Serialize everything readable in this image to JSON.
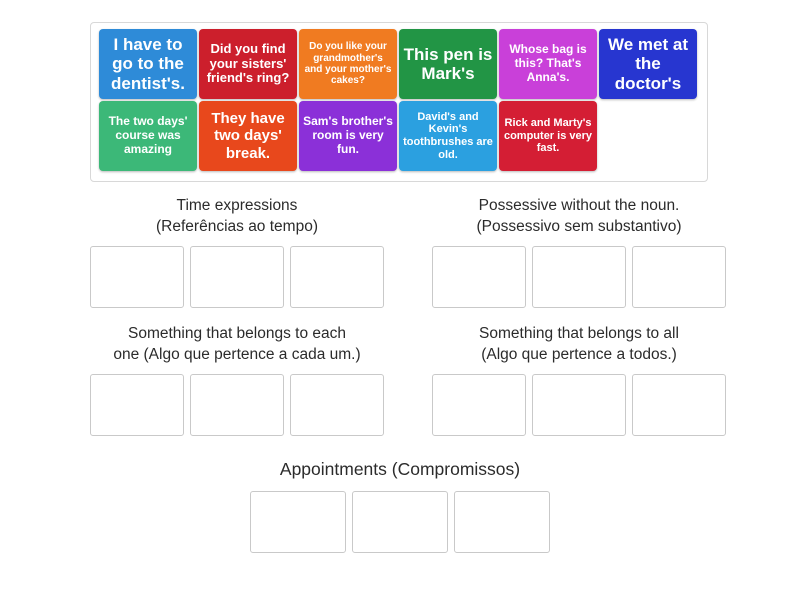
{
  "activity": {
    "type": "group-sort",
    "tray_label": "word-tiles-tray"
  },
  "tiles": [
    {
      "id": 1,
      "text": "I have to go to the dentist's.",
      "color": "#2e8bd8",
      "size": "fs-17"
    },
    {
      "id": 2,
      "text": "Did you find your sisters' friend's ring?",
      "color": "#cc1f2c",
      "size": "fs-13"
    },
    {
      "id": 3,
      "text": "Do you like your grandmother's and your mother's cakes?",
      "color": "#f07b21",
      "size": "fs-10"
    },
    {
      "id": 4,
      "text": "This pen is Mark's",
      "color": "#229545",
      "size": "fs-17"
    },
    {
      "id": 5,
      "text": "Whose bag is this? That's Anna's.",
      "color": "#c940d9",
      "size": "fs-12"
    },
    {
      "id": 6,
      "text": "We met at the doctor's",
      "color": "#2736d0",
      "size": "fs-17"
    },
    {
      "id": 7,
      "text": "The two days' course was amazing",
      "color": "#3cb878",
      "size": "fs-12"
    },
    {
      "id": 8,
      "text": "They have two days' break.",
      "color": "#e8481c",
      "size": "fs-15"
    },
    {
      "id": 9,
      "text": "Sam's brother's room is very fun.",
      "color": "#8b30d8",
      "size": "fs-12"
    },
    {
      "id": 10,
      "text": "David's and Kevin's toothbrushes are old.",
      "color": "#2ba0e0",
      "size": "fs-11"
    },
    {
      "id": 11,
      "text": "Rick and Marty's computer is very fast.",
      "color": "#d41e34",
      "size": "fs-11"
    }
  ],
  "categories": [
    {
      "id": "time-expressions",
      "title": "Time expressions\n(Referências ao tempo)",
      "title_line1": "Time expressions",
      "title_line2": "(Referências ao tempo)",
      "slots": 3
    },
    {
      "id": "possessive-without-noun",
      "title": "Possessive without the noun.\n(Possessivo sem substantivo)",
      "title_line1": "Possessive without the noun.",
      "title_line2": "(Possessivo sem substantivo)",
      "slots": 3
    },
    {
      "id": "belongs-to-each-one",
      "title": "Something that belongs to each one (Algo que pertence a cada um.)",
      "title_line1": "Something that belongs to each",
      "title_line2": "one (Algo que pertence a cada um.)",
      "slots": 3
    },
    {
      "id": "belongs-to-all",
      "title": "Something that belongs to all\n(Algo que pertence a todos.)",
      "title_line1": "Something that belongs to all",
      "title_line2": "(Algo que pertence a todos.)",
      "slots": 3
    },
    {
      "id": "appointments",
      "title": "Appointments (Compromissos)",
      "title_line1": "Appointments (Compromissos)",
      "title_line2": "",
      "slots": 3
    }
  ],
  "colors": {
    "tray_border": "#d8d8d8",
    "dropzone_border": "#c9c9c9",
    "page_background": "#ffffff",
    "title_text": "#2b2b2b",
    "tile_text": "#ffffff"
  }
}
